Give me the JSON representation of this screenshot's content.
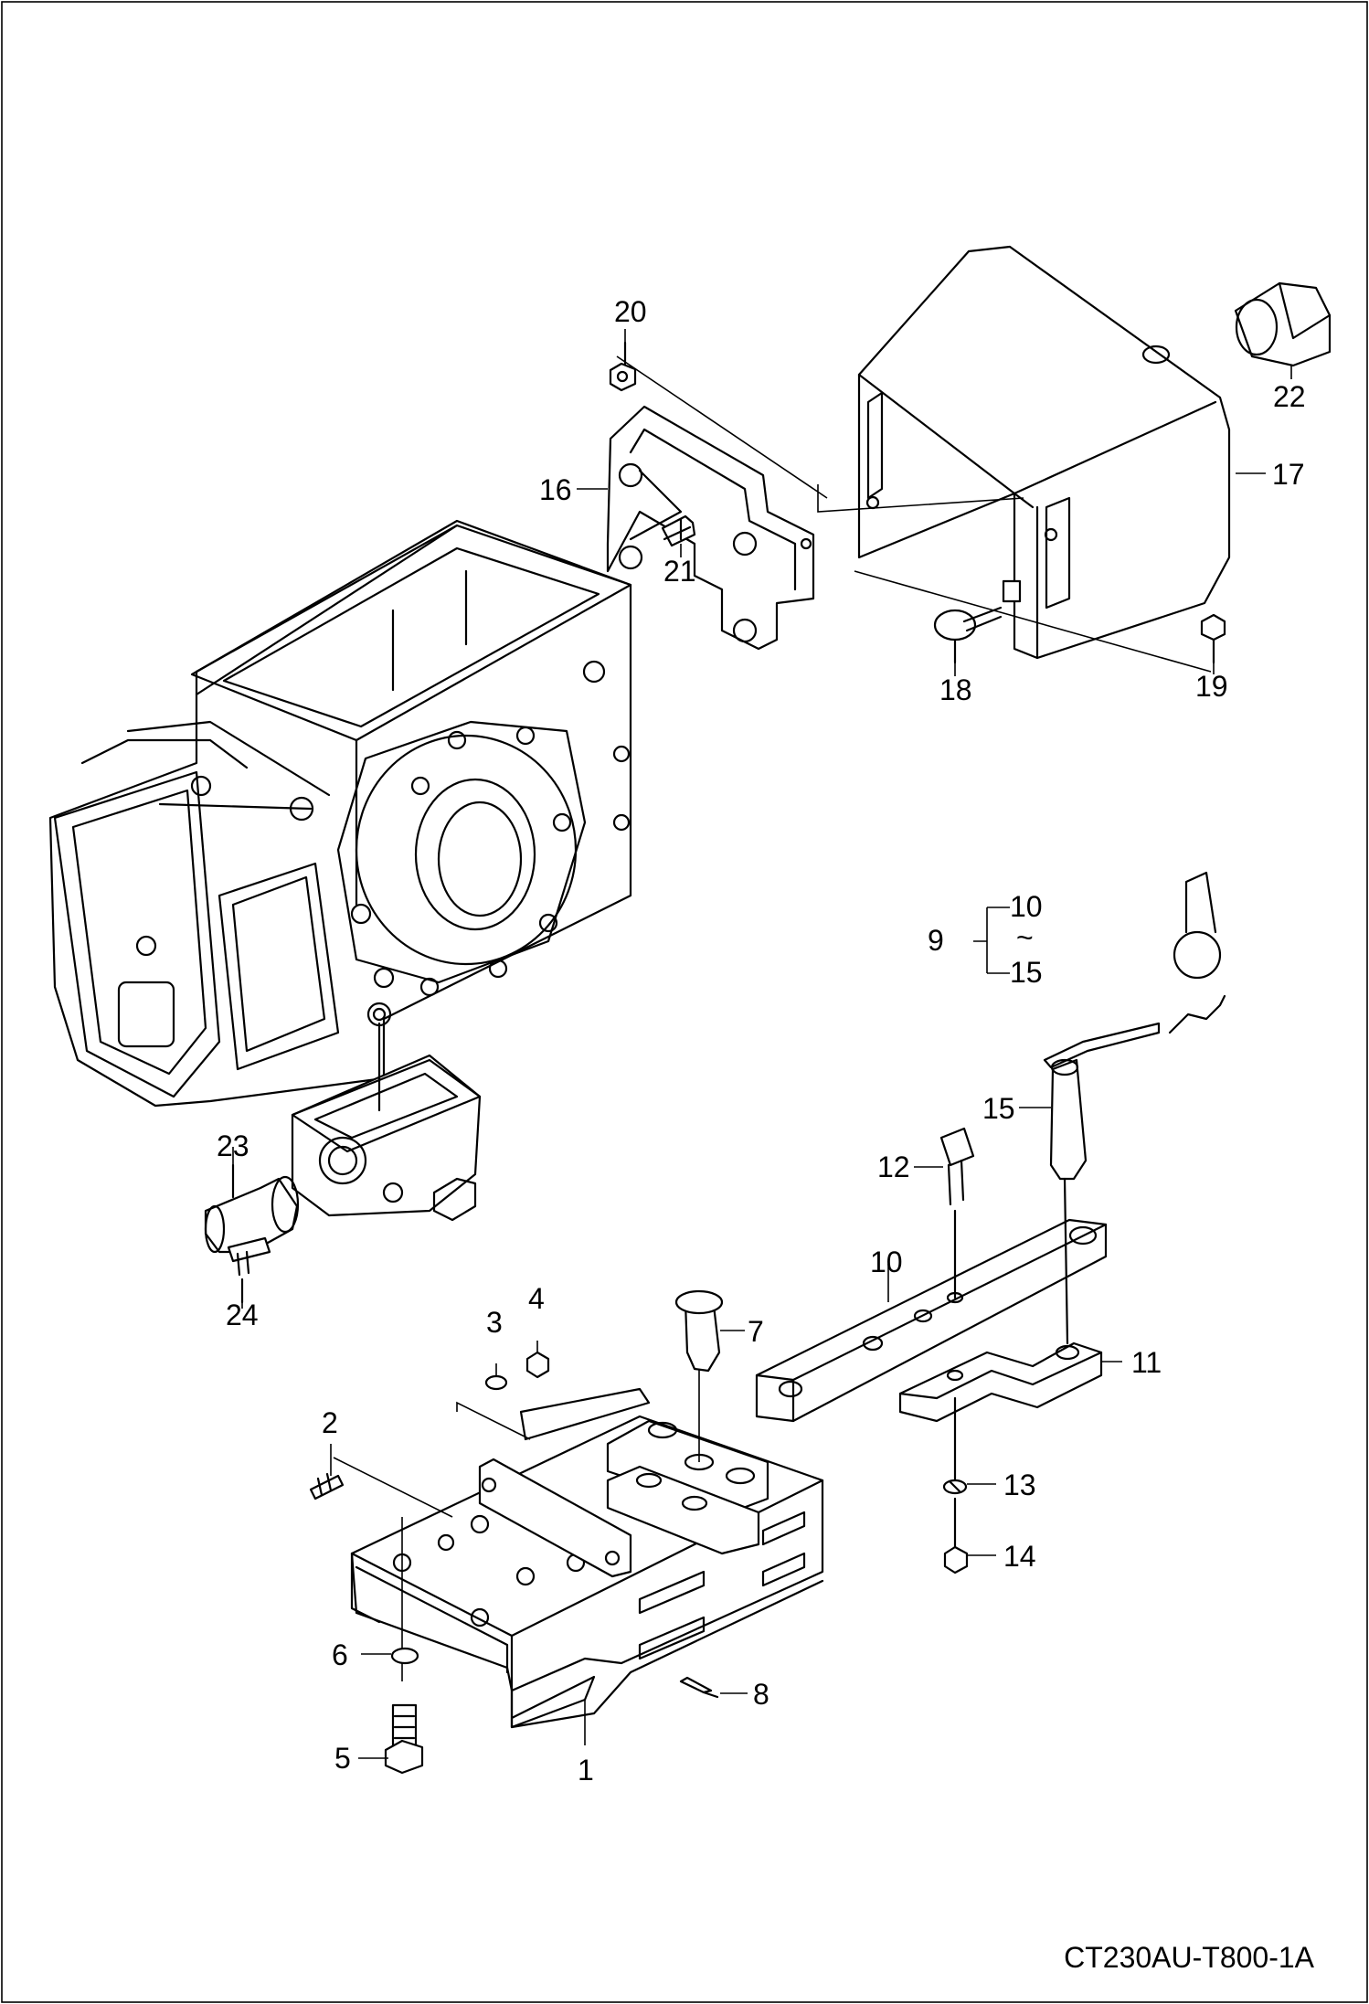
{
  "drawing_code": "CT230AU-T800-1A",
  "assembly_group": {
    "parent": "9",
    "range_start": "10",
    "range_separator": "~",
    "range_end": "15"
  },
  "part_callouts": [
    "1",
    "2",
    "3",
    "4",
    "5",
    "6",
    "7",
    "8",
    "10",
    "11",
    "12",
    "13",
    "14",
    "15",
    "16",
    "17",
    "18",
    "19",
    "20",
    "21",
    "22",
    "23",
    "24"
  ],
  "colors": {
    "line": "#000000",
    "background": "#ffffff"
  }
}
